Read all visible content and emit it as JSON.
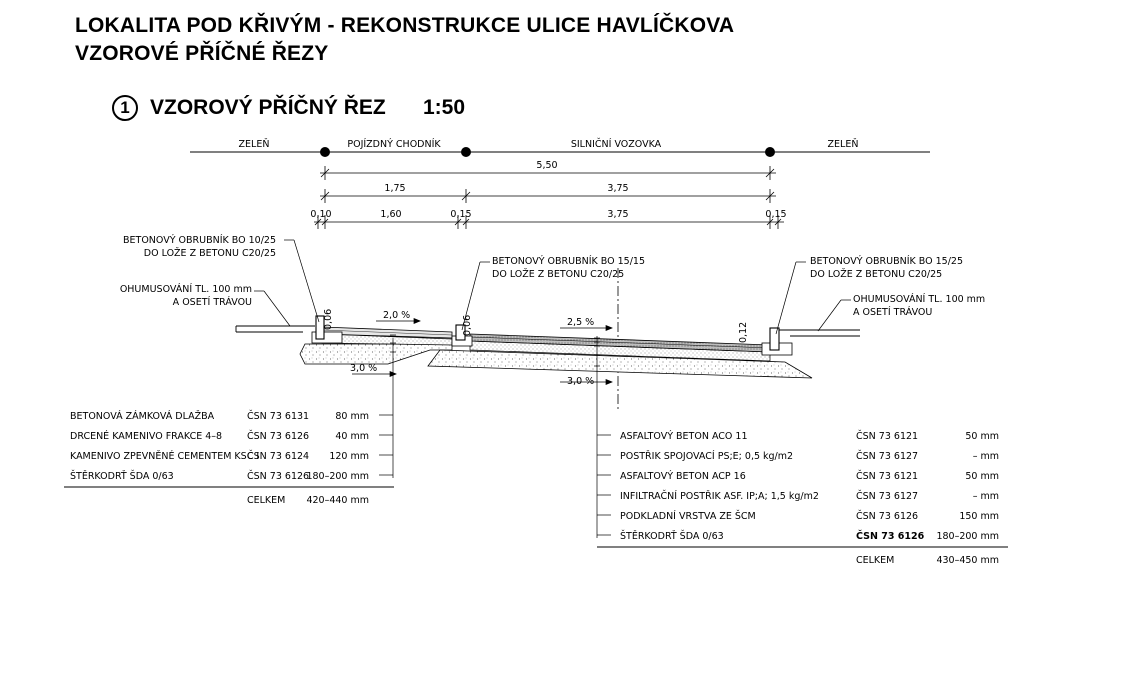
{
  "header": {
    "title_line1": "LOKALITA POD KŘIVÝM - REKONSTRUKCE ULICE HAVLÍČKOVA",
    "title_line2": "VZOROVÉ PŘÍČNÉ ŘEZY"
  },
  "section": {
    "number": "1",
    "title": "VZOROVÝ PŘÍČNÝ ŘEZ",
    "scale": "1:50"
  },
  "zones": {
    "left_green": "ZELEŇ",
    "sidewalk": "POJÍZDNÝ CHODNÍK",
    "roadway": "SILNIČNÍ VOZOVKA",
    "right_green": "ZELEŇ"
  },
  "dimensions": {
    "total": "5,50",
    "sidewalk": "1,75",
    "roadway": "3,75",
    "curb_left": "0,10",
    "pavers": "1,60",
    "curb_mid": "0,15",
    "road_inner": "3,75",
    "curb_right": "0,15"
  },
  "callouts": {
    "curb_left": [
      "BETONOVÝ OBRUBNÍK BO 10/25",
      "DO LOŽE Z BETONU C20/25"
    ],
    "curb_mid": [
      "BETONOVÝ OBRUBNÍK BO 15/15",
      "DO LOŽE Z BETONU C20/25"
    ],
    "curb_right": [
      "BETONOVÝ OBRUBNÍK BO 15/25",
      "DO LOŽE Z BETONU C20/25"
    ],
    "topsoil_left": [
      "OHUMUSOVÁNÍ TL. 100 mm",
      "A OSETÍ TRÁVOU"
    ],
    "topsoil_right": [
      "OHUMUSOVÁNÍ TL. 100 mm",
      "A OSETÍ TRÁVOU"
    ]
  },
  "slopes": {
    "sidewalk_surface": "2,0 %",
    "sidewalk_base": "3,0 %",
    "road_surface": "2,5 %",
    "road_base": "3,0 %"
  },
  "heights": {
    "curb_left": "0,06",
    "curb_mid": "0,06",
    "curb_right": "0,12"
  },
  "sidewalk_layers": {
    "rows": [
      {
        "name": "BETONOVÁ ZÁMKOVÁ DLAŽBA",
        "norm": "ČSN 73 6131",
        "thickness": "80 mm"
      },
      {
        "name": "DRCENÉ KAMENIVO FRAKCE 4–8",
        "norm": "ČSN 73 6126",
        "thickness": "40 mm"
      },
      {
        "name": "KAMENIVO ZPEVNĚNÉ CEMENTEM KSC I",
        "norm": "ČSN 73 6124",
        "thickness": "120 mm"
      },
      {
        "name": "ŠTĚRKODRŤ ŠDA 0/63",
        "norm": "ČSN 73 6126",
        "thickness": "180–200 mm"
      }
    ],
    "total_label": "CELKEM",
    "total_value": "420–440 mm"
  },
  "road_layers": {
    "rows": [
      {
        "name": "ASFALTOVÝ BETON  ACO 11",
        "norm": "ČSN 73 6121",
        "thickness": "50 mm"
      },
      {
        "name": "POSTŘIK SPOJOVACÍ  PS;E; 0,5 kg/m2",
        "norm": "ČSN 73 6127",
        "thickness": "– mm"
      },
      {
        "name": "ASFALTOVÝ BETON  ACP 16",
        "norm": "ČSN 73 6121",
        "thickness": "50 mm"
      },
      {
        "name": "INFILTRAČNÍ POSTŘIK ASF. IP;A; 1,5 kg/m2",
        "norm": "ČSN 73 6127",
        "thickness": "– mm"
      },
      {
        "name": "PODKLADNÍ VRSTVA ZE ŠCM",
        "norm": "ČSN 73 6126",
        "thickness": "150 mm"
      },
      {
        "name": "ŠTĚRKODRŤ  ŠDA 0/63",
        "norm": "ČSN 73 6126",
        "thickness": "180–200 mm"
      }
    ],
    "total_label": "CELKEM",
    "total_value": "430–450 mm"
  }
}
